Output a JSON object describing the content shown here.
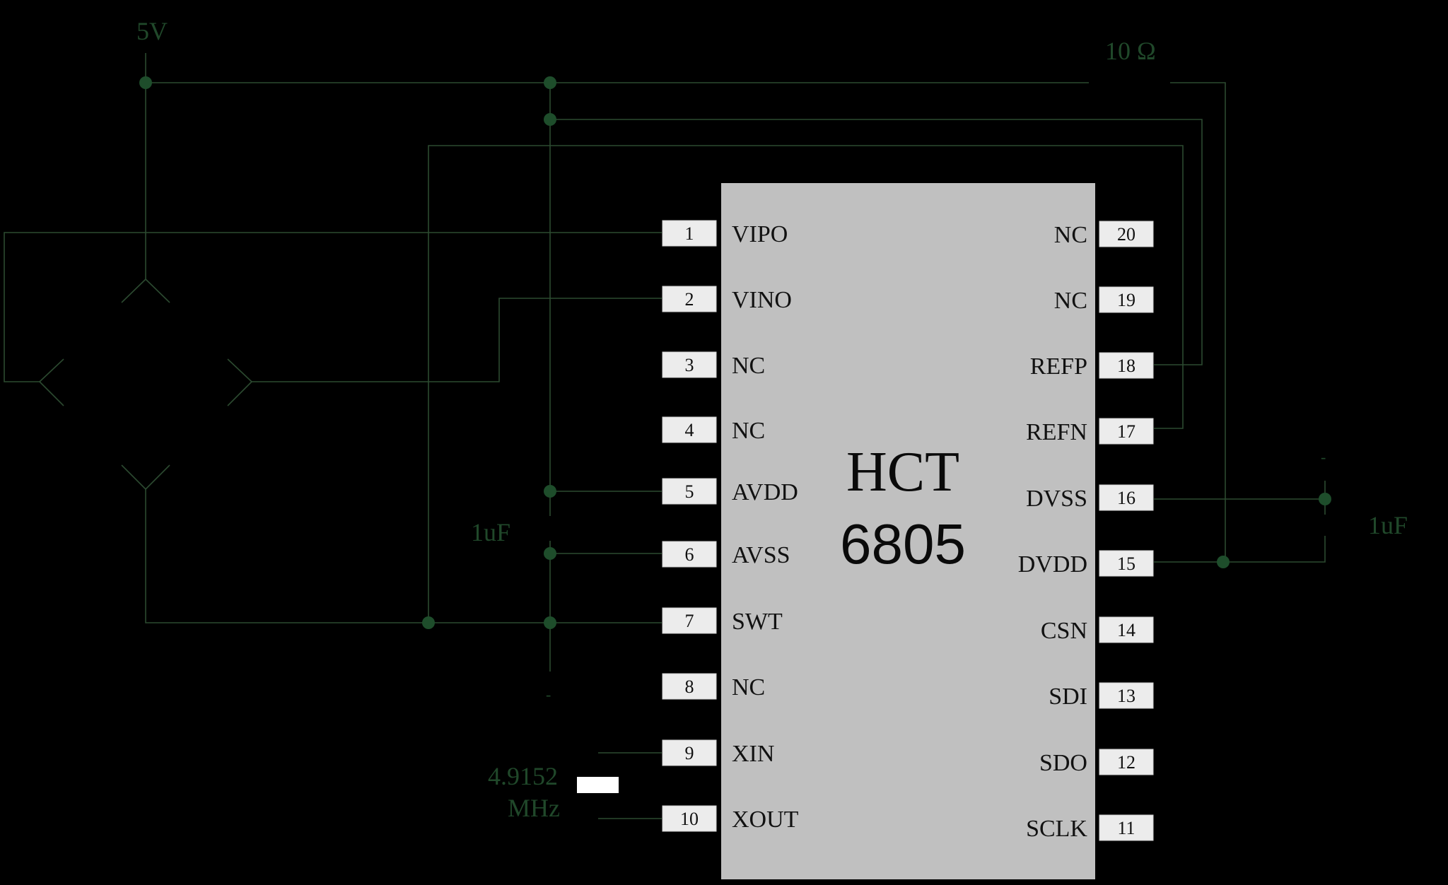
{
  "chip": {
    "name": "HCT",
    "part_number": "6805",
    "left_pins": [
      {
        "num": "1",
        "name": "VIPO"
      },
      {
        "num": "2",
        "name": "VINO"
      },
      {
        "num": "3",
        "name": "NC"
      },
      {
        "num": "4",
        "name": "NC"
      },
      {
        "num": "5",
        "name": "AVDD"
      },
      {
        "num": "6",
        "name": "AVSS"
      },
      {
        "num": "7",
        "name": "SWT"
      },
      {
        "num": "8",
        "name": "NC"
      },
      {
        "num": "9",
        "name": "XIN"
      },
      {
        "num": "10",
        "name": "XOUT"
      }
    ],
    "right_pins": [
      {
        "num": "20",
        "name": "NC"
      },
      {
        "num": "19",
        "name": "NC"
      },
      {
        "num": "18",
        "name": "REFP"
      },
      {
        "num": "17",
        "name": "REFN"
      },
      {
        "num": "16",
        "name": "DVSS"
      },
      {
        "num": "15",
        "name": "DVDD"
      },
      {
        "num": "14",
        "name": "CSN"
      },
      {
        "num": "13",
        "name": "SDI"
      },
      {
        "num": "12",
        "name": "SDO"
      },
      {
        "num": "11",
        "name": "SCLK"
      }
    ]
  },
  "labels": {
    "supply": "5V",
    "resistor": "10 Ω",
    "cap_left": "1uF",
    "cap_right": "1uF",
    "crystal_freq": "4.9152",
    "crystal_unit": "MHz",
    "cap_right_mark": "-",
    "cap_left_mark": "-"
  },
  "colors": {
    "background": "#000000",
    "wire": "#2c4a30",
    "junction": "#1e4d2b",
    "label": "#20482a",
    "chip_body": "#c0c0c0",
    "pin_box": "#ececec"
  }
}
